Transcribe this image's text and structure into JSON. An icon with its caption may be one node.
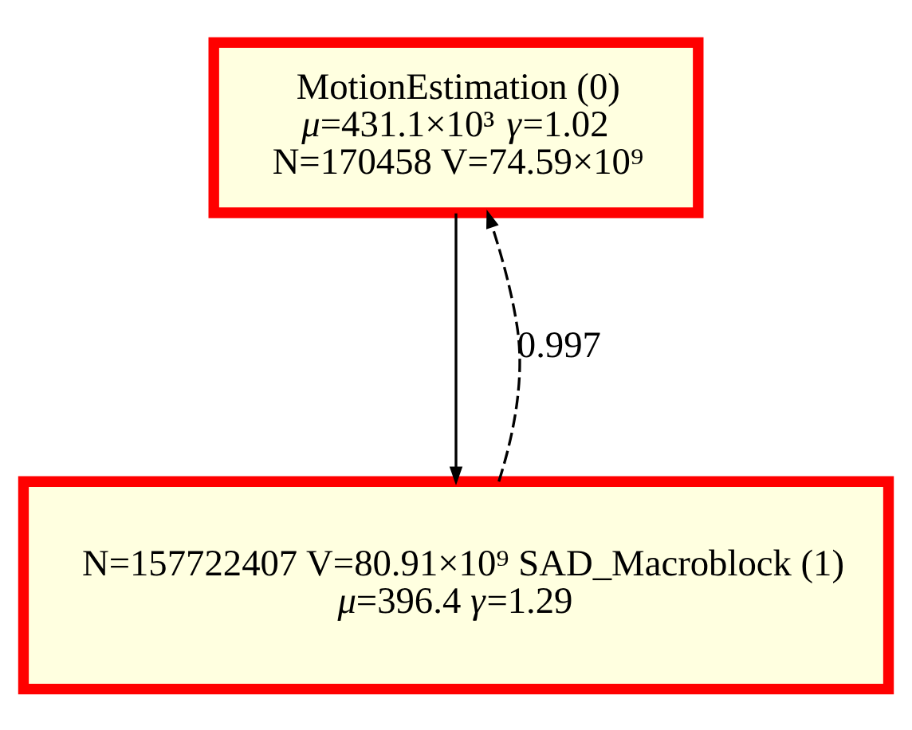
{
  "diagram": {
    "nodes": [
      {
        "text": [
          "MotionEstimation (0)",
          "*μ*=431.1×10³ *γ*=1.02",
          "N=170458 V=74.59×10⁹"
        ]
      },
      {
        "text": [
          "N=157722407 V=80.91×10⁹ SAD_Macroblock (1)",
          "*μ*=396.4 *γ*=1.29"
        ]
      }
    ],
    "edges": [
      {
        "from": 1,
        "to": 0,
        "arrow": "to",
        "style": "dashed",
        "label": "0.997"
      },
      {
        "from": 0,
        "to": 1,
        "arrow": "to"
      }
    ]
  }
}
